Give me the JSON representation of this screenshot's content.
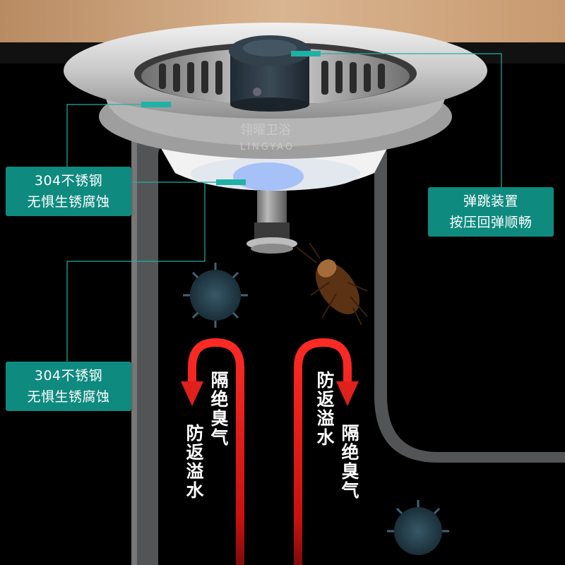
{
  "callouts": {
    "material_top": {
      "line1": "304不锈钢",
      "line2": "无惧生锈腐蚀"
    },
    "bounce": {
      "line1": "弹跳装置",
      "line2": "按压回弹顺畅"
    },
    "material_bottom": {
      "line1": "304不锈钢",
      "line2": "无惧生锈腐蚀"
    }
  },
  "brand": {
    "cn": "翎曜卫浴",
    "en": "LINGYAO"
  },
  "flow_labels": {
    "left_column_1": "隔绝臭气",
    "left_column_2": "防返溢水",
    "right_column_1": "防返溢水",
    "right_column_2": "隔绝臭气"
  },
  "colors": {
    "accent_teal": "#0f8a7f",
    "arrow_red": "#e0201c",
    "background": "#000000",
    "wall": "#c8a07a"
  }
}
